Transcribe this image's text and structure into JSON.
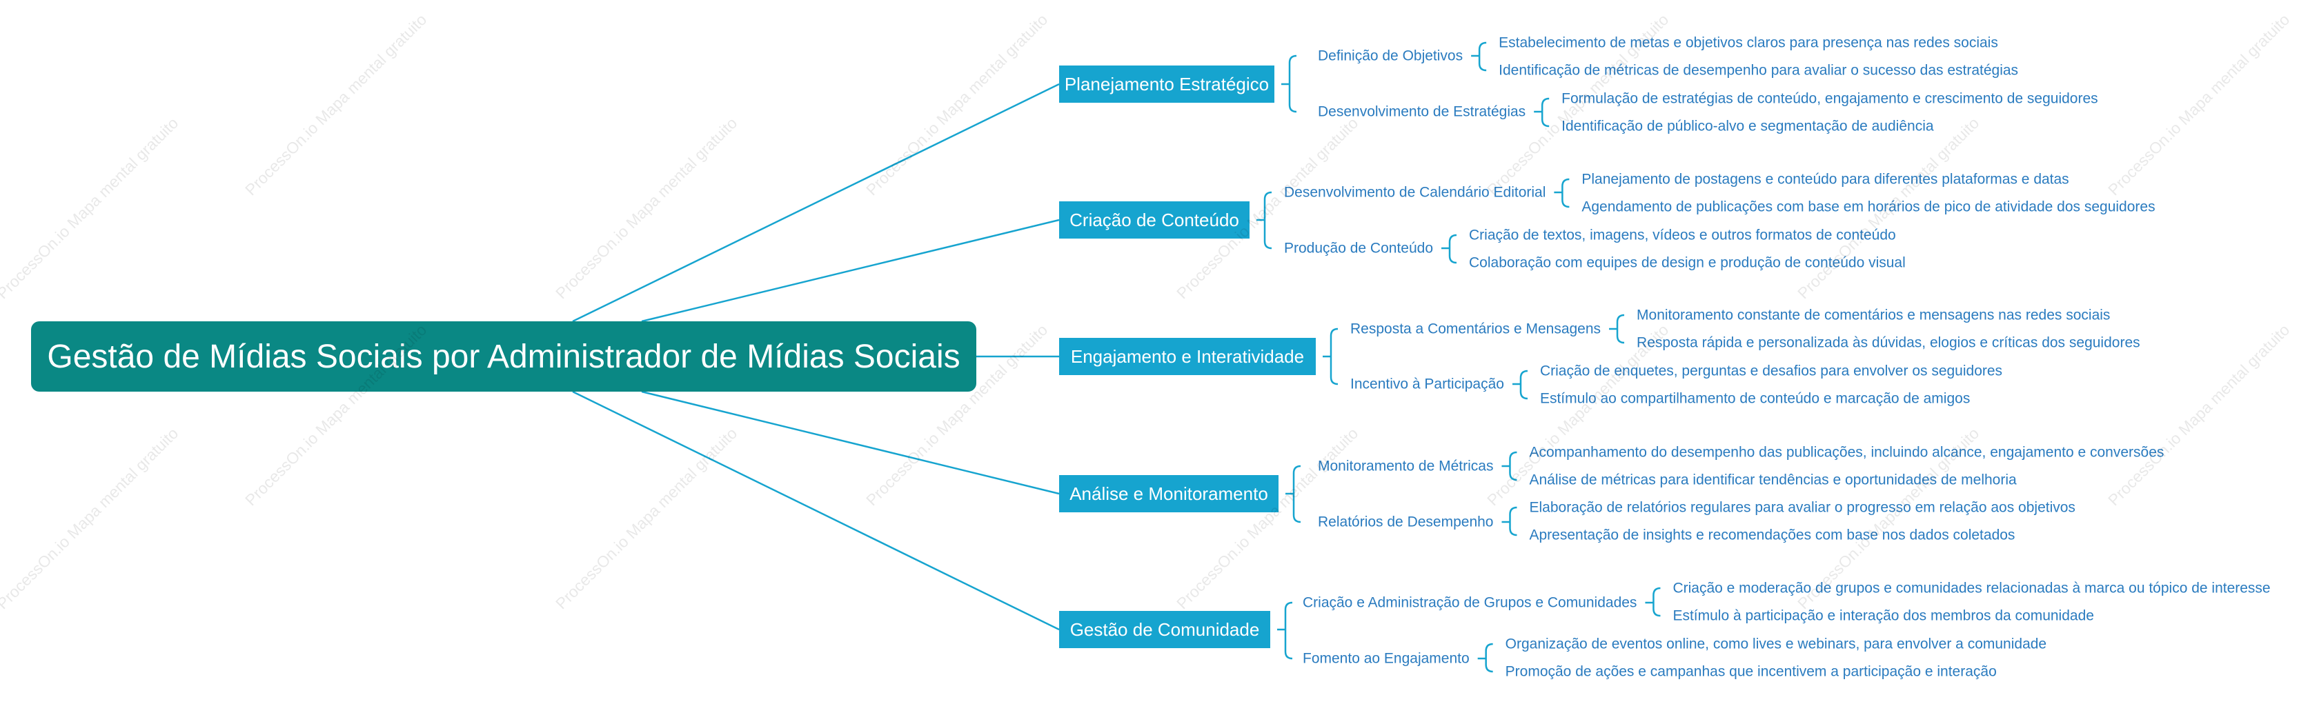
{
  "root": {
    "title": "Gestão de Mídias Sociais por Administrador de Mídias Sociais"
  },
  "branches": [
    {
      "label": "Planejamento Estratégico",
      "subs": [
        {
          "label": "Definição de Objetivos",
          "leaves": [
            "Estabelecimento de metas e objetivos claros para presença nas redes sociais",
            "Identificação de métricas de desempenho para avaliar o sucesso das estratégias"
          ]
        },
        {
          "label": "Desenvolvimento de Estratégias",
          "leaves": [
            "Formulação de estratégias de conteúdo, engajamento e crescimento de seguidores",
            "Identificação de público-alvo e segmentação de audiência"
          ]
        }
      ]
    },
    {
      "label": "Criação de Conteúdo",
      "subs": [
        {
          "label": "Desenvolvimento de Calendário Editorial",
          "leaves": [
            "Planejamento de postagens e conteúdo para diferentes plataformas e datas",
            "Agendamento de publicações com base em horários de pico de atividade dos seguidores"
          ]
        },
        {
          "label": "Produção de Conteúdo",
          "leaves": [
            "Criação de textos, imagens, vídeos e outros formatos de conteúdo",
            "Colaboração com equipes de design e produção de conteúdo visual"
          ]
        }
      ]
    },
    {
      "label": "Engajamento e Interatividade",
      "subs": [
        {
          "label": "Resposta a Comentários e Mensagens",
          "leaves": [
            "Monitoramento constante de comentários e mensagens nas redes sociais",
            "Resposta rápida e personalizada às dúvidas, elogios e críticas dos seguidores"
          ]
        },
        {
          "label": "Incentivo à Participação",
          "leaves": [
            "Criação de enquetes, perguntas e desafios para envolver os seguidores",
            "Estímulo ao compartilhamento de conteúdo e marcação de amigos"
          ]
        }
      ]
    },
    {
      "label": "Análise e Monitoramento",
      "subs": [
        {
          "label": "Monitoramento de Métricas",
          "leaves": [
            "Acompanhamento do desempenho das publicações, incluindo alcance, engajamento e conversões",
            "Análise de métricas para identificar tendências e oportunidades de melhoria"
          ]
        },
        {
          "label": "Relatórios de Desempenho",
          "leaves": [
            "Elaboração de relatórios regulares para avaliar o progresso em relação aos objetivos",
            "Apresentação de insights e recomendações com base nos dados coletados"
          ]
        }
      ]
    },
    {
      "label": "Gestão de Comunidade",
      "subs": [
        {
          "label": "Criação e Administração de Grupos e Comunidades",
          "leaves": [
            "Criação e moderação de grupos e comunidades relacionadas à marca ou tópico de interesse",
            "Estímulo à participação e interação dos membros da comunidade"
          ]
        },
        {
          "label": "Fomento ao Engajamento",
          "leaves": [
            "Organização de eventos online, como lives e webinars, para envolver a comunidade",
            "Promoção de ações e campanhas que incentivem a participação e interação"
          ]
        }
      ]
    }
  ],
  "watermark": "ProcessOn.io Mapa mental gratuito",
  "colors": {
    "root_bg": "#0a8884",
    "topic_bg": "#16a4cf",
    "line": "#16a4cf",
    "text": "#2a7bbf"
  }
}
